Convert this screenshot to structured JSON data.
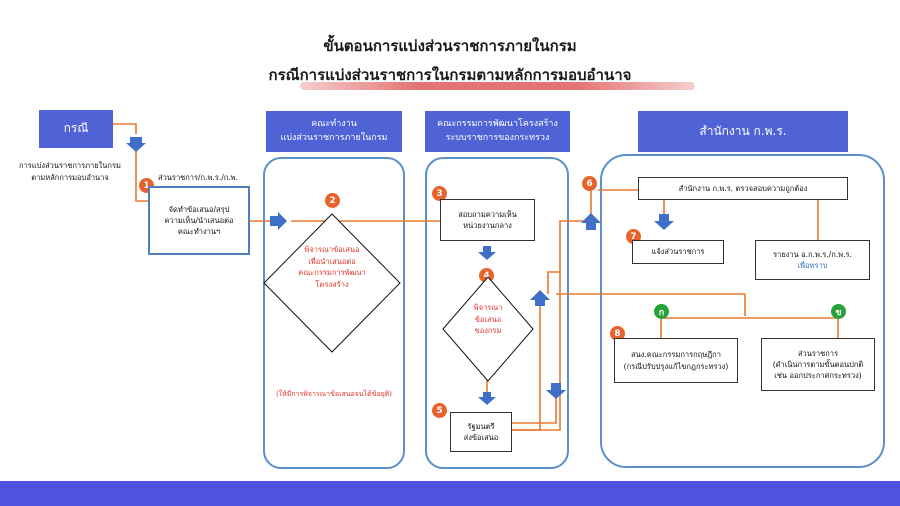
{
  "title": {
    "line1": "ขั้นตอนการแบ่งส่วนราชการภายในกรม",
    "line2": "กรณีการแบ่งส่วนราชการในกรมตามหลักการมอบอำนาจ"
  },
  "headers": {
    "case": "กรณี",
    "working_group_1": "คณะทำงาน",
    "working_group_2": "แบ่งส่วนราชการภายในกรม",
    "committee_1": "คณะกรรมการพัฒนาโครงสร้าง",
    "committee_2": "ระบบราชการของกระทรวง",
    "ocsc": "สำนักงาน ก.พ.ร."
  },
  "case_desc": {
    "line1": "การแบ่งส่วนราชการภายในกรม",
    "line2": "ตามหลักการมอบอำนาจ"
  },
  "steps": {
    "s1_label": "ส่วนราชการ/ก.พ.ร./ก.พ.",
    "s1_box_1": "จัดทำข้อเสนอ/สรุป",
    "s1_box_2": "ความเห็น/นำเสนอต่อ",
    "s1_box_3": "คณะทำงานฯ",
    "s2_1": "พิจารณาข้อเสนอ",
    "s2_2": "เพื่อนำเสนอต่อ",
    "s2_3": "คณะกรรมการพัฒนา",
    "s2_4": "โครงสร้าง",
    "s2_note": "(ให้มีการพิจารณาข้อเสนอจนได้ข้อยุติ)",
    "s3_1": "สอบถามความเห็น",
    "s3_2": "หน่วยงานกลาง",
    "s4_1": "พิจารณา",
    "s4_2": "ข้อเสนอ",
    "s4_3": "ของกรม",
    "s5_1": "รัฐมนตรี",
    "s5_2": "ส่งข้อเสนอ",
    "s6": "สำนักงาน ก.พ.ร. ตรวจสอบความถูกต้อง",
    "s7": "แจ้งส่วนราชการ",
    "report_1": "รายงาน อ.ก.พ.ร./ก.พ.ร.",
    "report_2": "เพื่อทราบ",
    "s8_1": "สนง.คณะกรรมการกฤษฎีกา",
    "s8_2": "(กรณีปรับปรุงแก้ไขกฎกระทรวง)",
    "b_1": "ส่วนราชการ",
    "b_2": "(ดำเนินการตามขั้นตอนปกติ",
    "b_3": "เช่น ออกประกาศกระทรวง)"
  },
  "numbers": {
    "n1": "1",
    "n2": "2",
    "n3": "3",
    "n4": "4",
    "n5": "5",
    "n6": "6",
    "n7": "7",
    "n8": "8",
    "ga": "ก",
    "gb": "ข"
  },
  "colors": {
    "header_blue": "#4f62d6",
    "lane_border": "#5b8fc9",
    "connector_orange": "#e8782e",
    "arrow_blue": "#3f6fc8",
    "step_circle": "#e8632b",
    "branch_green": "#27a13a",
    "emphasis_red": "#e0362c",
    "title_underline": "#e57373",
    "footer_bar": "#4f52e0"
  }
}
